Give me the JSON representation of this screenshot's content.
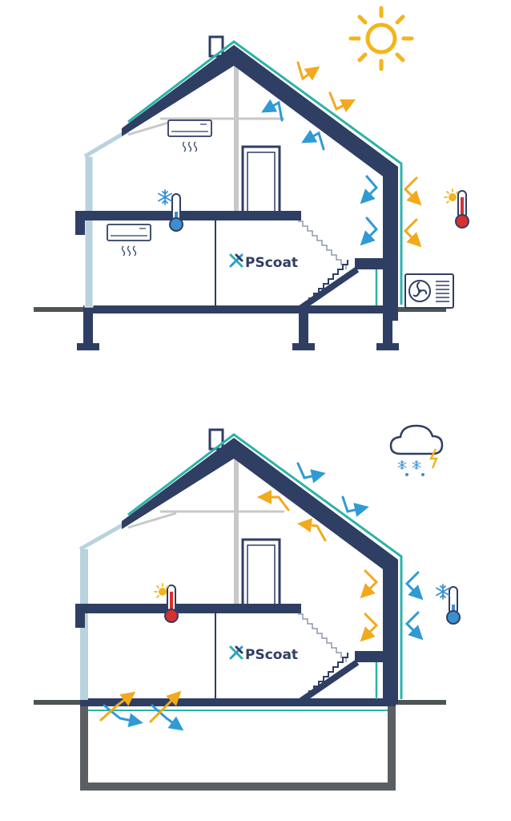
{
  "colors": {
    "structure": "#2f3e63",
    "coating": "#2bb3a8",
    "window": "#b8d2de",
    "heat_arrow": "#f2a91c",
    "cold_arrow": "#2f9ad3",
    "sun": "#f3b51c",
    "thermo_red": "#d9302f",
    "thermo_blue": "#3a8fd0",
    "basement": "#5c5f62",
    "ground": "#4f5456"
  },
  "diagrams": [
    {
      "scenario": "summer",
      "weather_icon": "sun-icon",
      "logo": {
        "text": "PScoat",
        "icon": "pscoat-logo-mark-icon"
      },
      "outdoor_thermometer": "thermometer-hot-icon",
      "indoor_thermometer": "thermometer-cold-icon",
      "indoor_units": [
        "air-conditioner-icon",
        "air-conditioner-icon"
      ],
      "outdoor_unit": "heat-pump-fan-icon"
    },
    {
      "scenario": "winter",
      "weather_icon": "snow-cloud-lightning-icon",
      "logo": {
        "text": "PScoat",
        "icon": "pscoat-logo-mark-icon"
      },
      "outdoor_thermometer": "thermometer-cold-icon",
      "indoor_thermometer": "thermometer-hot-icon",
      "has_basement": true
    }
  ]
}
